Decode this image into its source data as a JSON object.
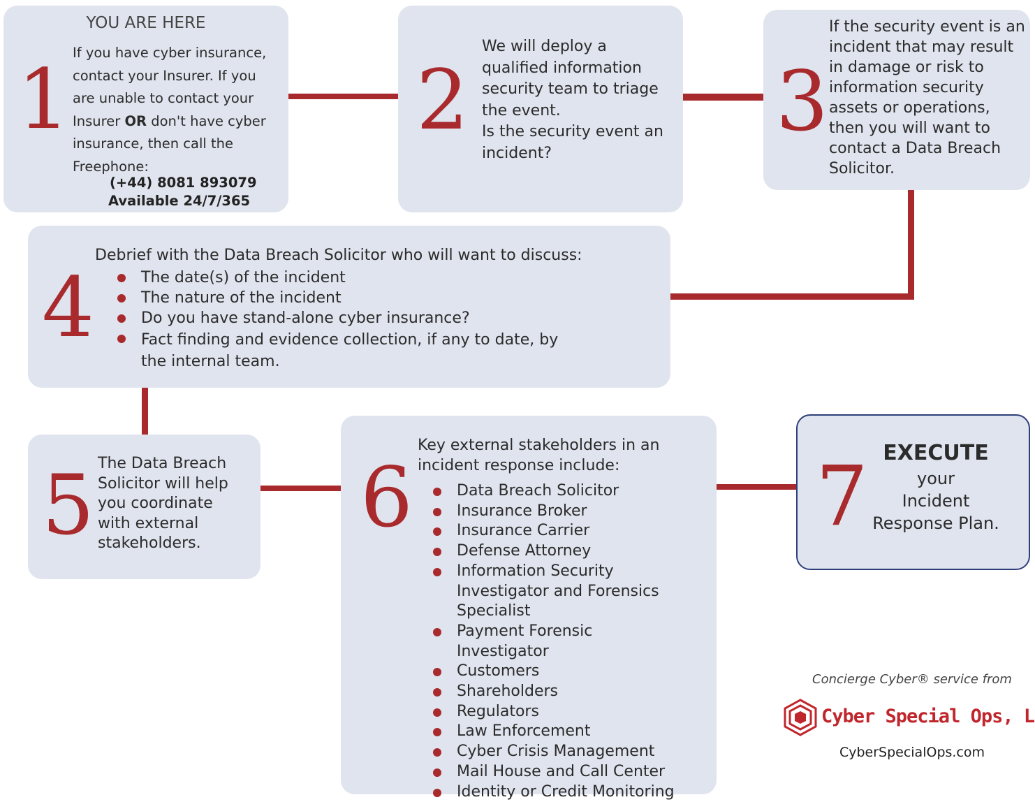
{
  "step1": {
    "number": "1",
    "header": "YOU ARE HERE",
    "text_before": "If you have cyber insurance, contact your Insurer. If you are unable to contact your Insurer ",
    "bold_word": "OR",
    "text_after": " don't have cyber insurance, then call the Freephone:",
    "phone": "(+44) 8081 893079",
    "availability": "Available 24/7/365"
  },
  "step2": {
    "number": "2",
    "text": "We will deploy a qualified information security team to triage the event.",
    "question": "Is the security event an incident?"
  },
  "step3": {
    "number": "3",
    "text": "If the security event is an incident that may result in damage or risk to information security assets or operations, then you will want to contact a Data Breach Solicitor."
  },
  "step4": {
    "number": "4",
    "intro": "Debrief with the Data Breach Solicitor who will want to discuss:",
    "items": [
      "The date(s) of the incident",
      "The nature of the incident",
      "Do you have stand-alone cyber insurance?",
      "Fact finding and evidence collection, if any to date, by the internal team."
    ]
  },
  "step5": {
    "number": "5",
    "text": "The Data Breach Solicitor will help you coordinate with external stakeholders."
  },
  "step6": {
    "number": "6",
    "intro": "Key external stakeholders in an incident response include:",
    "items": [
      "Data Breach Solicitor",
      "Insurance Broker",
      "Insurance Carrier",
      "Defense Attorney",
      "Information Security Investigator and Forensics Specialist",
      "Payment Forensic Investigator",
      "Customers",
      "Shareholders",
      "Regulators",
      "Law Enforcement",
      "Cyber Crisis Management",
      "Mail House and Call Center",
      "Identity or Credit Monitoring"
    ]
  },
  "step7": {
    "number": "7",
    "title": "EXECUTE",
    "line1": "your",
    "line2": "Incident",
    "line3": "Response Plan."
  },
  "footer": {
    "tagline": "Concierge Cyber® service from",
    "company": "Cyber Special Ops, LLC",
    "website": "CyberSpecialOps.com"
  },
  "colors": {
    "accent": "#a82a2d",
    "box": "#e0e4ee",
    "highlight_border": "#2e3f7a"
  }
}
